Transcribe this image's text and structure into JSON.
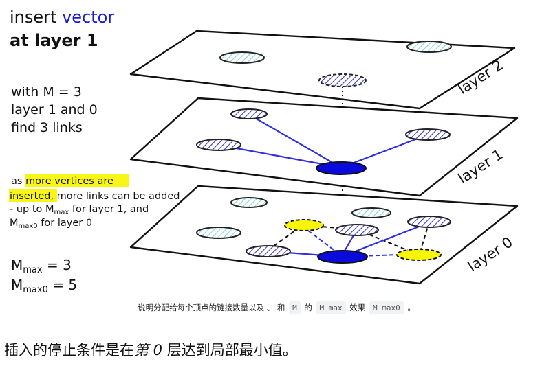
{
  "diagram": {
    "title_line1_prefix": "insert ",
    "title_line1_highlight": "vector",
    "title_line2": "at layer 1",
    "links_note": [
      "with M = 3",
      "layer 1 and 0",
      "find 3 links"
    ],
    "more_vertices": {
      "line1_prefix": "as ",
      "line1_highlight": "more vertices are",
      "line2_highlight": "inserted,",
      "line2_rest": " more links can be added",
      "line3": "- up to M",
      "line3_sub": "max",
      "line3_rest": " for layer 1, and",
      "line4_main": "M",
      "line4_sub": "max0",
      "line4_rest": " for layer 0"
    },
    "mmax_main": "M",
    "mmax_sub": "max",
    "mmax_value": " = 3",
    "mmax0_main": "M",
    "mmax0_sub": "max0",
    "mmax0_value": " = 5",
    "layer_labels": [
      "layer 2",
      "layer 1",
      "layer 0"
    ],
    "colors": {
      "highlight_text": "#1a1ad6",
      "yellow_marker": "#f7f50a",
      "new_vertex": "#0a0adc",
      "cyan_hatch": "#7fd6d8",
      "blue_hatch": "#3b3bd0",
      "link": "#2f2fe0"
    }
  },
  "caption": {
    "text1": "说明分配给每个顶点的链接数量以及 、 和 ",
    "code1": "M",
    "text2": " 的 ",
    "code2": "M_max",
    "text3": " 效果 ",
    "code3": "M_max0",
    "text4": " 。"
  },
  "body": {
    "text_before": "插入的停止条件是在",
    "text_italic": "第 0",
    "text_after": " 层达到局部最小值。"
  }
}
